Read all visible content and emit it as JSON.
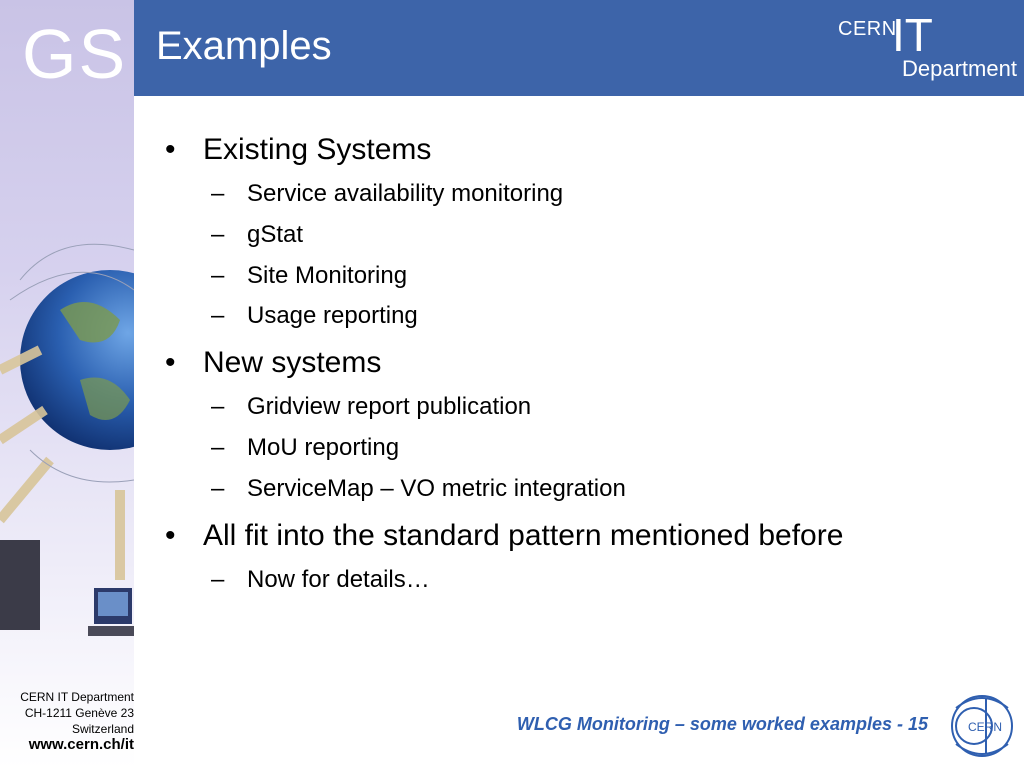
{
  "sidebar": {
    "logo_text": "GS",
    "address_lines": [
      "CERN IT Department",
      "CH-1211 Genève 23",
      "Switzerland"
    ],
    "url": "www.cern.ch/it"
  },
  "header": {
    "title": "Examples",
    "brand_cern": "CERN",
    "brand_it": "IT",
    "brand_department": "Department",
    "color": "#3d64a9"
  },
  "content": {
    "items": [
      {
        "text": "Existing Systems",
        "subitems": [
          "Service availability monitoring",
          "gStat",
          "Site Monitoring",
          "Usage reporting"
        ]
      },
      {
        "text": "New systems",
        "subitems": [
          "Gridview report publication",
          "MoU reporting",
          "ServiceMap – VO metric integration"
        ]
      },
      {
        "text": "All fit into the standard pattern mentioned before",
        "subitems": [
          "Now for details…"
        ]
      }
    ]
  },
  "footer": {
    "text": "WLCG Monitoring – some worked examples - 15",
    "logo_text": "CERN",
    "color": "#2f5fb0"
  }
}
